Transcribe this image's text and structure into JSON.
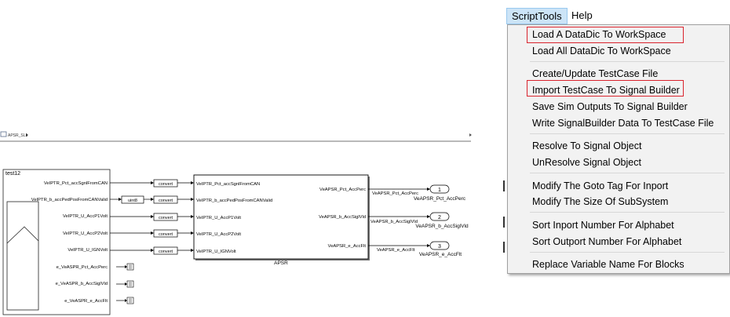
{
  "simulink": {
    "breadcrumb": "APSR_SL1",
    "outer_block_title": "test12",
    "inputs": [
      "VeIPTR_Pct_accSgnlFromCAN",
      "VeIPTR_b_accPedPosFromCANValid",
      "VeIPTR_U_AccP1Volt",
      "VeIPTR_U_AccP2Volt",
      "VeIPTR_U_IGNVolt"
    ],
    "outer_outputs": [
      "e_VeASPR_Pct_AccPerc",
      "e_VeASPR_b_AccSiglVld",
      "e_VeASPR_e_AccFlt"
    ],
    "cast_label": "uint8",
    "convert_label": "convert",
    "subsystem": {
      "name": "APSR",
      "inports": [
        "VeIPTR_Pct_accSgnlFromCAN",
        "VeIPTR_b_accPedPosFromCANValid",
        "VeIPTR_U_AccP1Volt",
        "VeIPTR_U_AccP2Volt",
        "VeIPTR_U_IGNVolt"
      ],
      "outports": [
        "VeAPSR_Pct_AccPerc",
        "VeAPSR_b_AccSiglVld",
        "VeAPSR_e_AccFlt"
      ]
    },
    "signals": [
      "VeAPSR_Pct_AccPerc",
      "VeAPSR_b_AccSiglVld",
      "VeAPSR_e_AccFlt"
    ],
    "outport_numbers": [
      "1",
      "2",
      "3"
    ],
    "outport_names": [
      "VeAPSR_Pct_AccPerc",
      "VeAPSR_b_AccSiglVld",
      "VeAPSR_e_AccFlt"
    ]
  },
  "menubar": {
    "items": [
      "ScriptTools",
      "Help"
    ]
  },
  "dropdown": {
    "items": [
      "Load A DataDic To WorkSpace",
      "Load All DataDic To WorkSpace",
      "Create/Update TestCase File",
      "Import TestCase To Signal Builder",
      "Save Sim Outputs To Signal Builder",
      "Write SignalBuilder Data To TestCase File",
      "Resolve To Signal Object",
      "UnResolve Signal Object",
      "Modify The Goto Tag For Inport",
      "Modify The Size Of SubSystem",
      "Sort Inport Number For Alphabet",
      "Sort Outport Number For Alphabet",
      "Replace Variable Name For Blocks"
    ]
  },
  "colors": {
    "highlight": "#d9232d",
    "menu_active_bg": "#cce4f7",
    "menu_bg": "#f2f2f2"
  }
}
